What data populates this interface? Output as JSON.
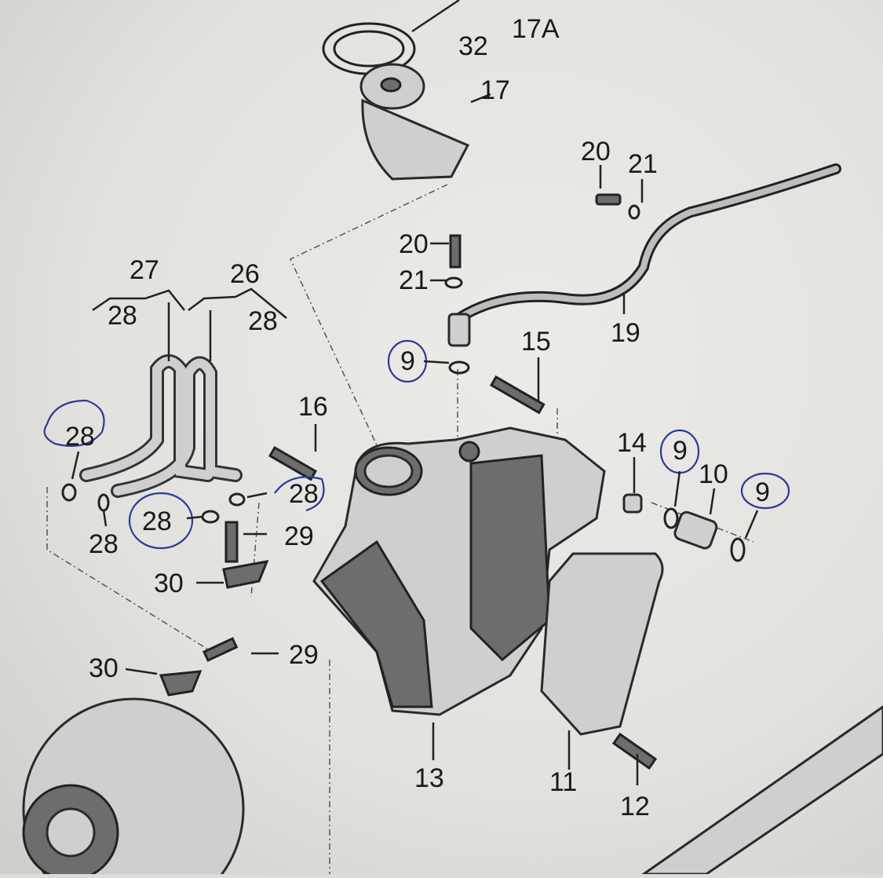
{
  "diagram": {
    "title": "Oil filter housing / oil cooler exploded parts diagram",
    "labels": {
      "l17A": "17A",
      "l32": "32",
      "l17": "17",
      "l20a": "20",
      "l21a": "21",
      "l20b": "20",
      "l21b": "21",
      "l19": "19",
      "l9a": "9",
      "l15": "15",
      "l27": "27",
      "l26": "26",
      "l28a": "28",
      "l28b": "28",
      "l28c": "28",
      "l16": "16",
      "l14": "14",
      "l9b": "9",
      "l10": "10",
      "l9c": "9",
      "l28d": "28",
      "l28e": "28",
      "l28f": "28",
      "l29a": "29",
      "l30a": "30",
      "l30b": "30",
      "l29b": "29",
      "l13": "13",
      "l11": "11",
      "l12": "12"
    },
    "annotation_color": "#2a3a9a"
  }
}
